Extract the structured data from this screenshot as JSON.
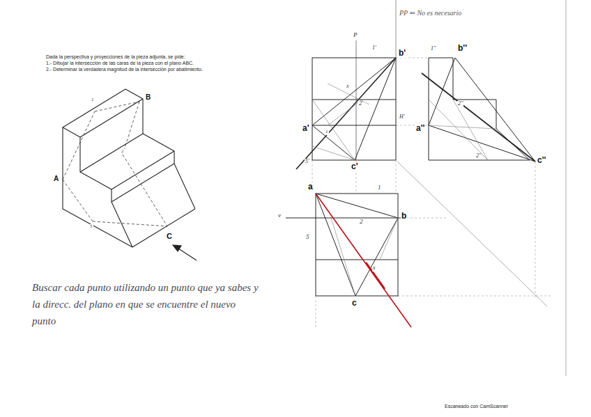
{
  "diagram": {
    "labels": [
      "PP ⇐ No es necesario",
      "Dada la perspectiva y proyecciones de la pieza adjunta, se pide:",
      "1.- Dibujar la intersección de las caras de la pieza con el plano ABC.",
      "2.- Determinar la verdadera magnitud de la intersección por abatimiento.",
      "1",
      "B",
      "2",
      "A",
      "5",
      "C",
      "Buscar cada punto utilizando un punto que ya sabes y la direcc. del plano en que se encuentre el nuevo punto",
      "P",
      "1'",
      "b'",
      "2'",
      "H'",
      "a'",
      "5'",
      "c'",
      "1''",
      "b''",
      "2''",
      "a''",
      "c''",
      "2''",
      "a",
      "1",
      "b",
      "v",
      "2",
      "5",
      "x",
      "c",
      "Escaneado con CamScanner",
      "1",
      "x"
    ]
  }
}
